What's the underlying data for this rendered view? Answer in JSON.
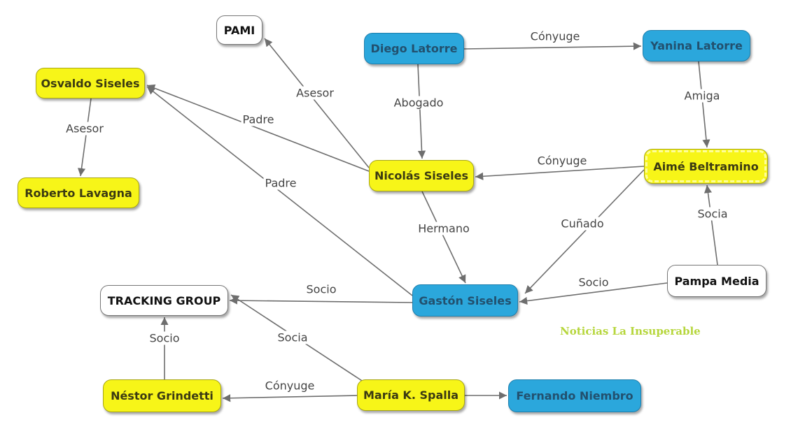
{
  "nodes": {
    "pami": "PAMI",
    "diego": "Diego Latorre",
    "yanina": "Yanina Latorre",
    "osvaldo": "Osvaldo Siseles",
    "roberto": "Roberto Lavagna",
    "nicolas": "Nicolás Siseles",
    "aime": "Aimé Beltramino",
    "pampa": "Pampa Media",
    "gaston": "Gastón Siseles",
    "tracking": "TRACKING GROUP",
    "nestor": "Néstor Grindetti",
    "maria": "María K. Spalla",
    "fernando": "Fernando Niembro"
  },
  "edges": [
    {
      "from": "diego",
      "to": "yanina",
      "label": "Cónyuge"
    },
    {
      "from": "diego",
      "to": "nicolas",
      "label": "Abogado"
    },
    {
      "from": "yanina",
      "to": "aime",
      "label": "Amiga"
    },
    {
      "from": "aime",
      "to": "nicolas",
      "label": "Cónyuge"
    },
    {
      "from": "aime",
      "to": "gaston",
      "label": "Cuñado"
    },
    {
      "from": "pampa",
      "to": "aime",
      "label": "Socia"
    },
    {
      "from": "pampa",
      "to": "gaston",
      "label": "Socio"
    },
    {
      "from": "nicolas",
      "to": "pami",
      "label": "Asesor"
    },
    {
      "from": "nicolas",
      "to": "osvaldo",
      "label": "Padre"
    },
    {
      "from": "nicolas",
      "to": "gaston",
      "label": "Hermano"
    },
    {
      "from": "gaston",
      "to": "osvaldo",
      "label": "Padre"
    },
    {
      "from": "gaston",
      "to": "tracking",
      "label": "Socio"
    },
    {
      "from": "osvaldo",
      "to": "roberto",
      "label": "Asesor"
    },
    {
      "from": "maria",
      "to": "tracking",
      "label": "Socia"
    },
    {
      "from": "maria",
      "to": "nestor",
      "label": "Cónyuge"
    },
    {
      "from": "maria",
      "to": "fernando",
      "label": ""
    },
    {
      "from": "nestor",
      "to": "tracking",
      "label": "Socio"
    }
  ],
  "watermark": "Noticias La Insuperable",
  "colors": {
    "blue": "#2ba7dc",
    "yellow": "#f7f518",
    "watermark": "#b6d63c",
    "edge": "#6e6e6e"
  }
}
